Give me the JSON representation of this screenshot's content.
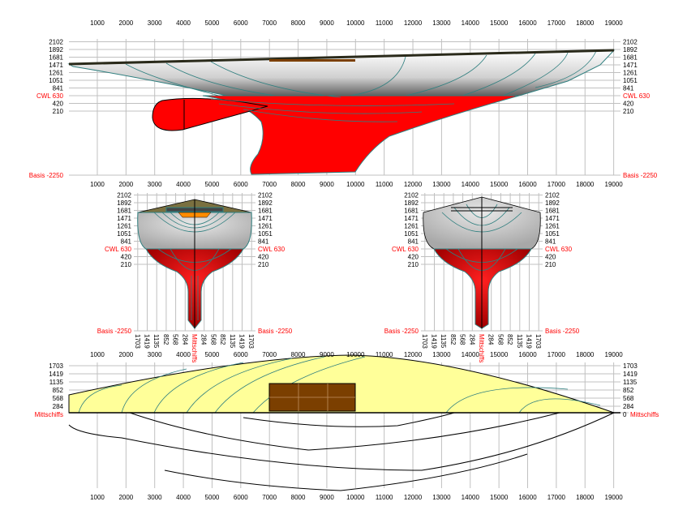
{
  "profile_view": {
    "x_ticks": [
      1000,
      2000,
      3000,
      4000,
      5000,
      6000,
      7000,
      8000,
      9000,
      10000,
      11000,
      12000,
      13000,
      14000,
      15000,
      16000,
      17000,
      18000,
      19000
    ],
    "waterlines": [
      "2102",
      "1892",
      "1681",
      "1471",
      "1261",
      "1051",
      "841",
      "630",
      "420",
      "210"
    ],
    "cwl_label_left": "CWL 630",
    "cwl_label_right": "CWL 630",
    "basis_label": "Basis -2250"
  },
  "section_views": {
    "stations": [
      "1703",
      "1419",
      "1135",
      "852",
      "568",
      "284",
      "0",
      "284",
      "568",
      "852",
      "1135",
      "1419",
      "1703"
    ],
    "center_label": "Mittschiffs",
    "waterlines": [
      "2102",
      "1892",
      "1681",
      "1471",
      "1261",
      "1051",
      "841",
      "630",
      "420",
      "210"
    ],
    "cwl_label": "CWL 630",
    "basis_label": "Basis -2250"
  },
  "plan_view": {
    "x_ticks": [
      1000,
      2000,
      3000,
      4000,
      5000,
      6000,
      7000,
      8000,
      9000,
      10000,
      11000,
      12000,
      13000,
      14000,
      15000,
      16000,
      17000,
      18000,
      19000
    ],
    "buttocks": [
      "1703",
      "1419",
      "1135",
      "852",
      "568",
      "284"
    ],
    "centerline_label": "Mittschiffs",
    "centerline_value": "0"
  },
  "colors": {
    "underwater": "#ff0000",
    "section_underwater": "#c00000",
    "deck": "#7a7040",
    "plan_fill": "#ffff99",
    "cabin": "#7b3f00",
    "lines": "#2f7f7f",
    "cwl_text": "#ff0000"
  }
}
